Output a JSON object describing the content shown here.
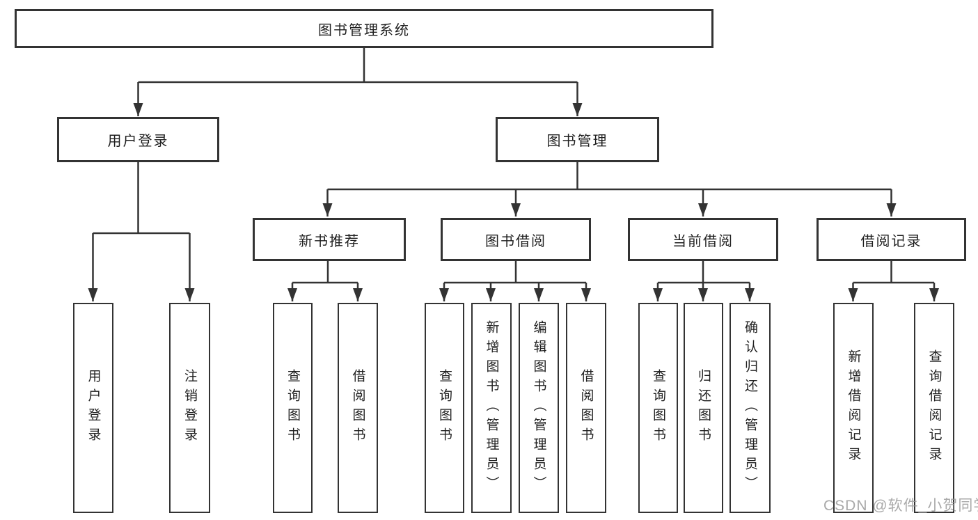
{
  "diagram_title": "图书管理系统",
  "nodes": {
    "root": {
      "label": "图书管理系统"
    },
    "user_login": {
      "label": "用户登录"
    },
    "book_management": {
      "label": "图书管理"
    },
    "new_book_recommend": {
      "label": "新书推荐"
    },
    "book_borrow": {
      "label": "图书借阅"
    },
    "current_borrow": {
      "label": "当前借阅"
    },
    "borrow_records": {
      "label": "借阅记录"
    },
    "leaf_user_login": {
      "label": "用户登录"
    },
    "leaf_logout": {
      "label": "注销登录"
    },
    "leaf_recommend_query": {
      "label": "查询图书"
    },
    "leaf_recommend_borrow": {
      "label": "借阅图书"
    },
    "leaf_borrow_query": {
      "label": "查询图书"
    },
    "leaf_borrow_add": {
      "label": "新增图书（管理员）"
    },
    "leaf_borrow_edit": {
      "label": "编辑图书（管理员）"
    },
    "leaf_borrow_borrow": {
      "label": "借阅图书"
    },
    "leaf_current_query": {
      "label": "查询图书"
    },
    "leaf_current_return": {
      "label": "归还图书"
    },
    "leaf_current_confirm": {
      "label": "确认归还（管理员）"
    },
    "leaf_records_add": {
      "label": "新增借阅记录"
    },
    "leaf_records_query": {
      "label": "查询借阅记录"
    }
  },
  "hierarchy": {
    "图书管理系统": {
      "用户登录": [
        "用户登录",
        "注销登录"
      ],
      "图书管理": {
        "新书推荐": [
          "查询图书",
          "借阅图书"
        ],
        "图书借阅": [
          "查询图书",
          "新增图书（管理员）",
          "编辑图书（管理员）",
          "借阅图书"
        ],
        "当前借阅": [
          "查询图书",
          "归还图书",
          "确认归还（管理员）"
        ],
        "借阅记录": [
          "新增借阅记录",
          "查询借阅记录"
        ]
      }
    }
  },
  "watermark": {
    "text": "CSDN @软件_小贺同学"
  },
  "colors": {
    "line": "#333333",
    "box_border": "#333333",
    "box_fill": "#ffffff",
    "text": "#1f1f1f",
    "watermark": "#969696",
    "background": "#ffffff"
  }
}
